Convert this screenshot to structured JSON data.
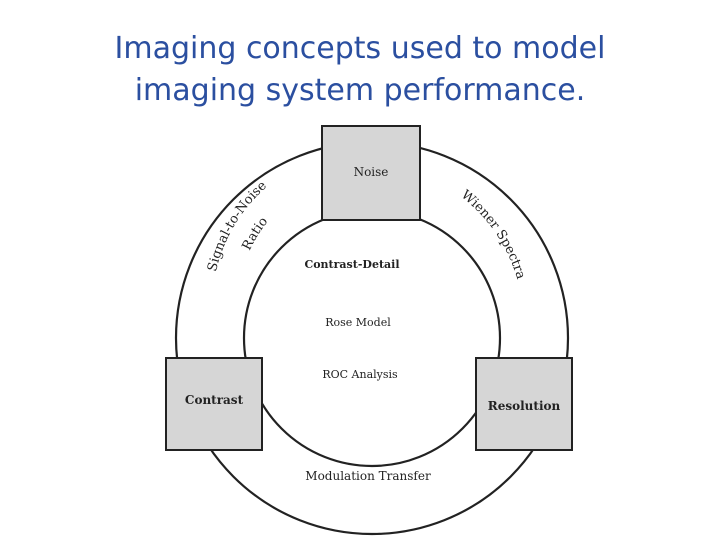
{
  "slide": {
    "title_line1": "Imaging concepts used to model",
    "title_line2": "imaging system performance."
  },
  "diagram": {
    "nodes": {
      "noise": "Noise",
      "contrast": "Contrast",
      "resolution": "Resolution"
    },
    "arc_labels": {
      "snr_line1": "Signal-to-Noise",
      "snr_line2": "Ratio",
      "wiener": "Wiener Spectra",
      "mtf": "Modulation Transfer"
    },
    "center_labels": {
      "contrast_detail": "Contrast-Detail",
      "rose_model": "Rose Model",
      "roc_analysis": "ROC Analysis"
    }
  }
}
